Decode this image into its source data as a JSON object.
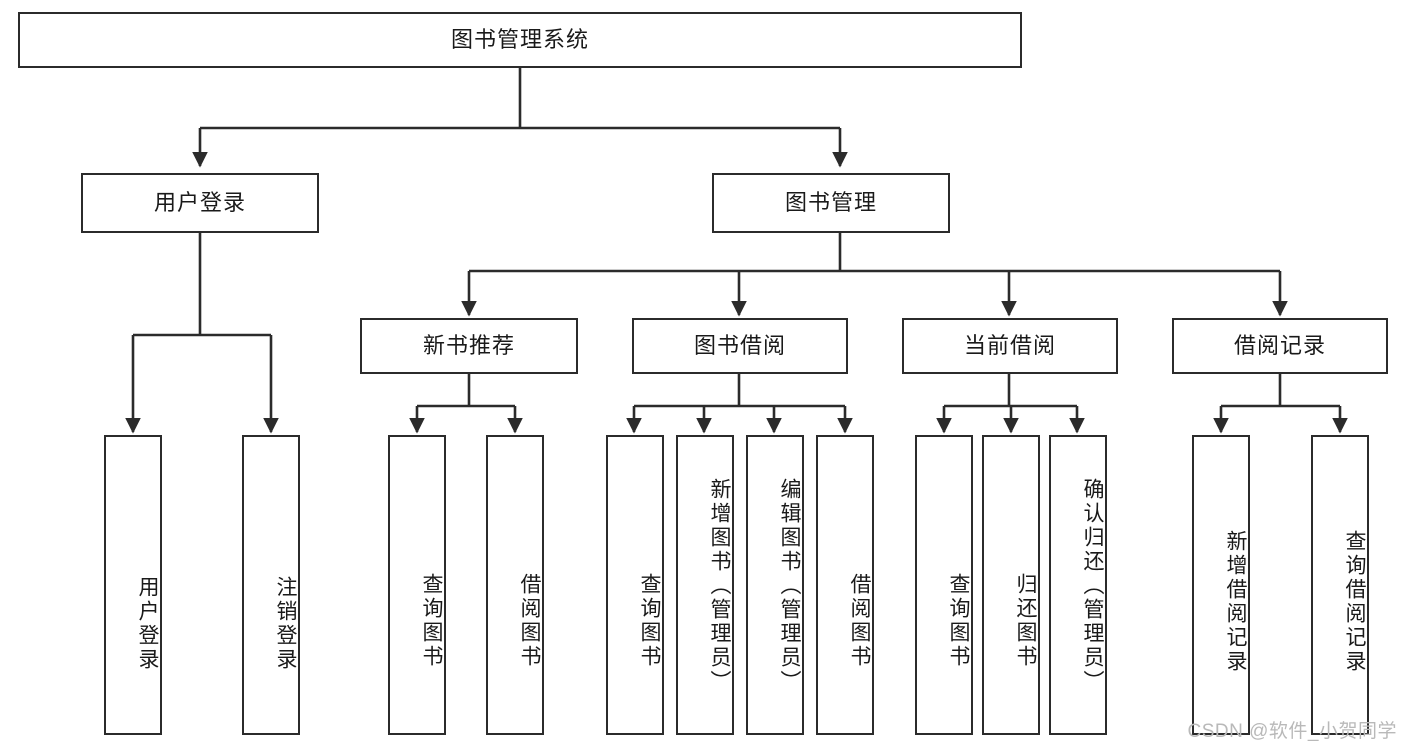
{
  "diagram": {
    "title": "图书管理系统",
    "type": "hierarchy-tree",
    "root": {
      "id": "root",
      "label": "图书管理系统"
    },
    "level1": [
      {
        "id": "user-login",
        "label": "用户登录"
      },
      {
        "id": "book-manage",
        "label": "图书管理"
      }
    ],
    "level2": [
      {
        "id": "new-book-recommend",
        "label": "新书推荐",
        "parent": "book-manage"
      },
      {
        "id": "book-borrow",
        "label": "图书借阅",
        "parent": "book-manage"
      },
      {
        "id": "current-borrow",
        "label": "当前借阅",
        "parent": "book-manage"
      },
      {
        "id": "borrow-record",
        "label": "借阅记录",
        "parent": "book-manage"
      }
    ],
    "leaves": [
      {
        "id": "leaf-user-login",
        "label": "用户登录",
        "parent": "user-login"
      },
      {
        "id": "leaf-logout",
        "label": "注销登录",
        "parent": "user-login"
      },
      {
        "id": "leaf-query-book-1",
        "label": "查询图书",
        "parent": "new-book-recommend"
      },
      {
        "id": "leaf-borrow-book-1",
        "label": "借阅图书",
        "parent": "new-book-recommend"
      },
      {
        "id": "leaf-query-book-2",
        "label": "查询图书",
        "parent": "book-borrow"
      },
      {
        "id": "leaf-add-book",
        "label": "新增图书（管理员）",
        "parent": "book-borrow"
      },
      {
        "id": "leaf-edit-book",
        "label": "编辑图书（管理员）",
        "parent": "book-borrow"
      },
      {
        "id": "leaf-borrow-book-2",
        "label": "借阅图书",
        "parent": "book-borrow"
      },
      {
        "id": "leaf-query-book-3",
        "label": "查询图书",
        "parent": "current-borrow"
      },
      {
        "id": "leaf-return-book",
        "label": "归还图书",
        "parent": "current-borrow"
      },
      {
        "id": "leaf-confirm-return",
        "label": "确认归还（管理员）",
        "parent": "current-borrow"
      },
      {
        "id": "leaf-add-record",
        "label": "新增借阅记录",
        "parent": "borrow-record"
      },
      {
        "id": "leaf-query-record",
        "label": "查询借阅记录",
        "parent": "borrow-record"
      }
    ],
    "colors": {
      "stroke": "#2b2b2b",
      "fill": "#ffffff",
      "text": "#1a1a1a",
      "watermark": "#b9b9b9"
    }
  },
  "watermark": {
    "text": "CSDN @软件_小贺同学"
  }
}
